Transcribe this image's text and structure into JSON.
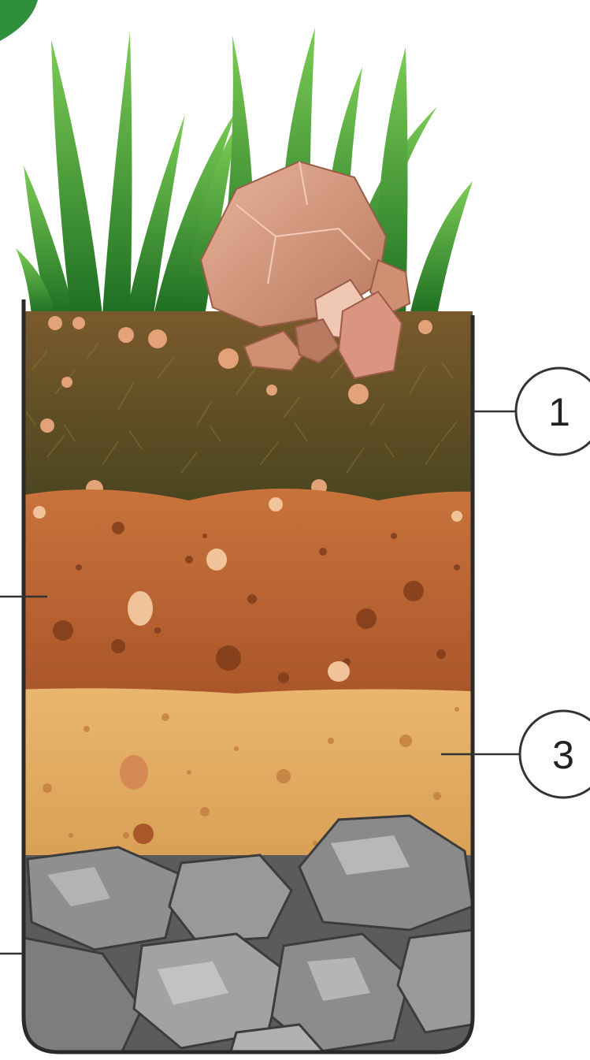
{
  "diagram": {
    "layers": [
      {
        "id": "topsoil",
        "label": "1"
      },
      {
        "id": "subsoil",
        "label": ""
      },
      {
        "id": "weathered-rock",
        "label": "3"
      },
      {
        "id": "bedrock",
        "label": ""
      }
    ],
    "colors": {
      "grass_dark": "#1f7a1f",
      "grass_light": "#6cc04a",
      "topsoil": "#5a4a22",
      "subsoil": "#b8622e",
      "weathered": "#e0a95e",
      "bedrock": "#6e6e6e",
      "surface_rock": "#d59a80",
      "outline": "#2a2a2a"
    }
  }
}
